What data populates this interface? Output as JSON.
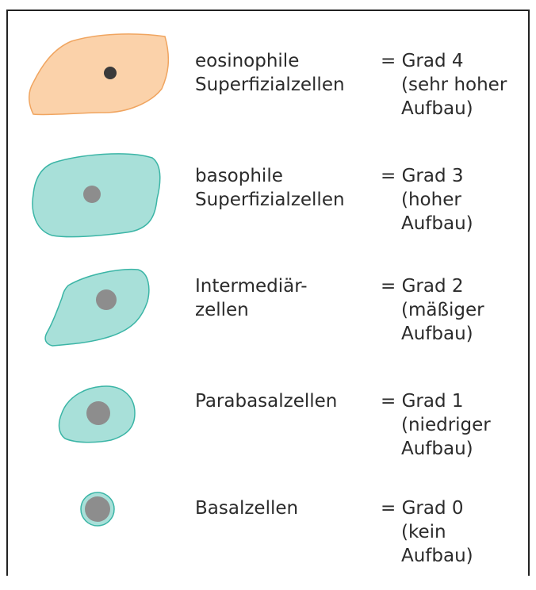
{
  "colors": {
    "orange_fill": "#fbd2aa",
    "orange_stroke": "#f0a560",
    "teal_fill": "#a8e0d9",
    "teal_stroke": "#3bb5a6",
    "nucleus_dark": "#3a3a3a",
    "nucleus_gray": "#8d8d8d"
  },
  "rows": [
    {
      "cell_name": "eosinophile\nSuperfizialzellen",
      "grade_line1": "= Grad 4",
      "grade_line2": "(sehr hoher",
      "grade_line3": "Aufbau)"
    },
    {
      "cell_name": "basophile\nSuperfizialzellen",
      "grade_line1": "= Grad 3",
      "grade_line2": "(hoher",
      "grade_line3": "Aufbau)"
    },
    {
      "cell_name": "Intermediär-\nzellen",
      "grade_line1": "= Grad 2",
      "grade_line2": "(mäßiger",
      "grade_line3": "Aufbau)"
    },
    {
      "cell_name": "Parabasalzellen",
      "grade_line1": "= Grad 1",
      "grade_line2": "(niedriger",
      "grade_line3": "Aufbau)"
    },
    {
      "cell_name": "Basalzellen",
      "grade_line1": "= Grad 0",
      "grade_line2": "(kein",
      "grade_line3": "Aufbau)"
    }
  ]
}
